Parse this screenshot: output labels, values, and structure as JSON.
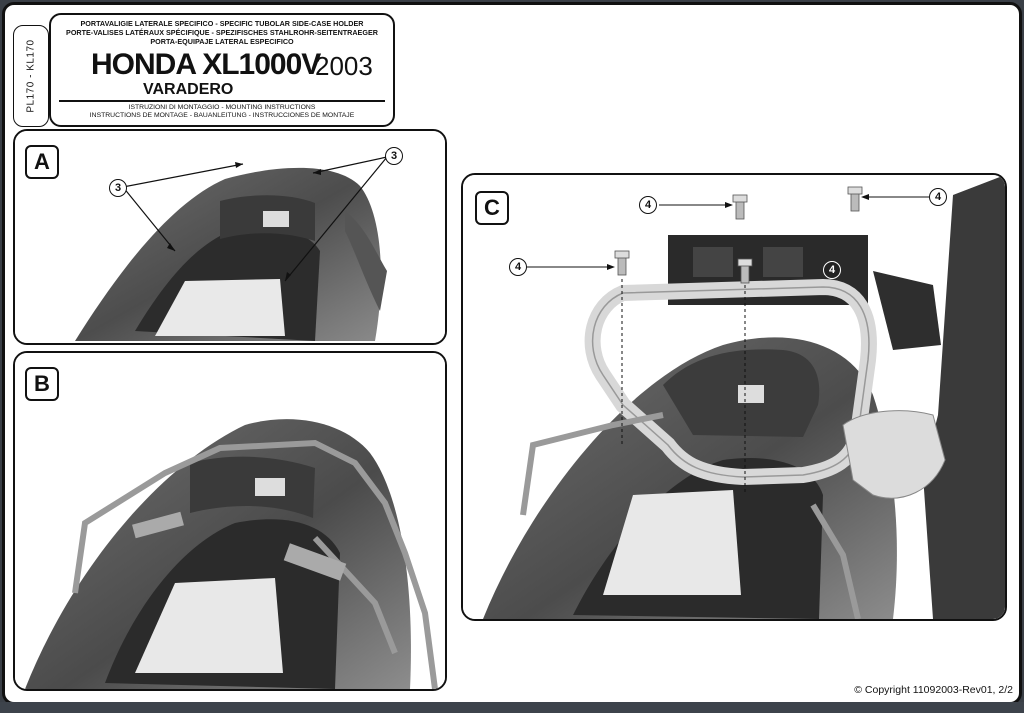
{
  "header": {
    "code": "PL170 - KL170",
    "titles": [
      "PORTAVALIGIE LATERALE SPECIFICO  -  SPECIFIC TUBOLAR SIDE-CASE HOLDER",
      "PORTE-VALISES LATÉRAUX SPÉCIFIQUE  -  SPEZIFISCHES STAHLROHR-SEITENTRAEGER",
      "PORTA-EQUIPAJE LATERAL ESPECIFICO"
    ],
    "model": "HONDA XL1000V",
    "year": "2003",
    "name": "VARADERO",
    "instructions": [
      "ISTRUZIONI DI MONTAGGIO  -  MOUNTING INSTRUCTIONS",
      "INSTRUCTIONS DE MONTAGE - BAUANLEITUNG - INSTRUCCIONES DE MONTAJE"
    ]
  },
  "panels": {
    "a": {
      "letter": "A",
      "callout": "3"
    },
    "b": {
      "letter": "B"
    },
    "c": {
      "letter": "C",
      "callout": "4"
    }
  },
  "footer": {
    "copyright": "© Copyright 11092003-Rev01, 2/2"
  }
}
